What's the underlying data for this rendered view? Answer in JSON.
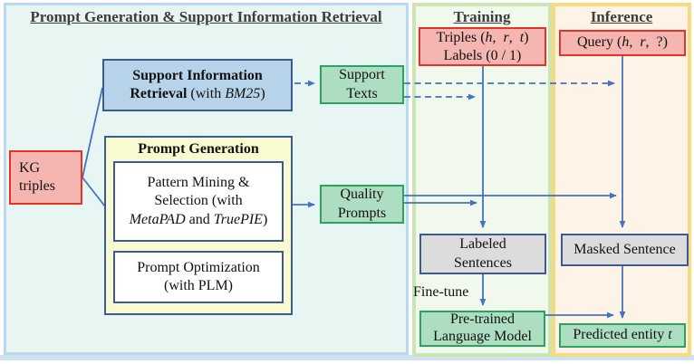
{
  "panels": {
    "main": {
      "title": "Prompt Generation & Support Information Retrieval"
    },
    "training": {
      "title": "Training"
    },
    "inference": {
      "title": "Inference"
    }
  },
  "nodes": {
    "kg": {
      "l1": "KG",
      "l2": "triples"
    },
    "sir": {
      "l1": "Support Information",
      "l2a": "Retrieval",
      "l2b": " (with ",
      "l2i": "BM25",
      "l2c": ")"
    },
    "pg": {
      "title": "Prompt Generation",
      "inner1": {
        "l1": "Pattern Mining &",
        "l2": "Selection (with",
        "l3i1": "MetaPAD",
        "l3a": " and ",
        "l3i2": "TruePIE",
        "l3b": ")"
      },
      "inner2": {
        "l1": "Prompt Optimization",
        "l2": "(with PLM)"
      }
    },
    "support_texts": {
      "l1": "Support",
      "l2": "Texts"
    },
    "quality_prompts": {
      "l1": "Quality",
      "l2": "Prompts"
    },
    "triples": {
      "a": "Triples (",
      "h": "h",
      "c1": ",  ",
      "r": "r",
      "c2": ",  ",
      "t": "t",
      "b": ")",
      "l2": "Labels (0 / 1)"
    },
    "query": {
      "a": "Query (",
      "h": "h",
      "c1": ",  ",
      "r": "r",
      "b": ",  ?)"
    },
    "labeled": {
      "l1": "Labeled",
      "l2": "Sentences"
    },
    "masked": {
      "l1": "Masked Sentence"
    },
    "plm": {
      "l1": "Pre-trained",
      "l2": "Language Model"
    },
    "predicted": {
      "a": "Predicted entity ",
      "t": "t"
    },
    "fine_tune": "Fine-tune"
  },
  "colors": {
    "arrow_blue": "#4472c4",
    "red_border": "#e93226",
    "red_fill": "#f5b6b1",
    "green_border": "#2aa35f",
    "green_fill": "#addec2",
    "navy_border": "#3c5a94",
    "blue_fill": "#b7d3ea",
    "yellow_fill": "#fafad0",
    "gray_fill": "#dcdcdc",
    "panel_main_fill": "#e7f5f3",
    "panel_main_border": "#b9d9ee",
    "panel_training_fill": "#f1f8ec",
    "panel_training_border": "#cde5b5",
    "panel_inference_fill": "#fdf4e7",
    "panel_inference_border": "#f8db80",
    "header_text": "#3d3d3d"
  }
}
